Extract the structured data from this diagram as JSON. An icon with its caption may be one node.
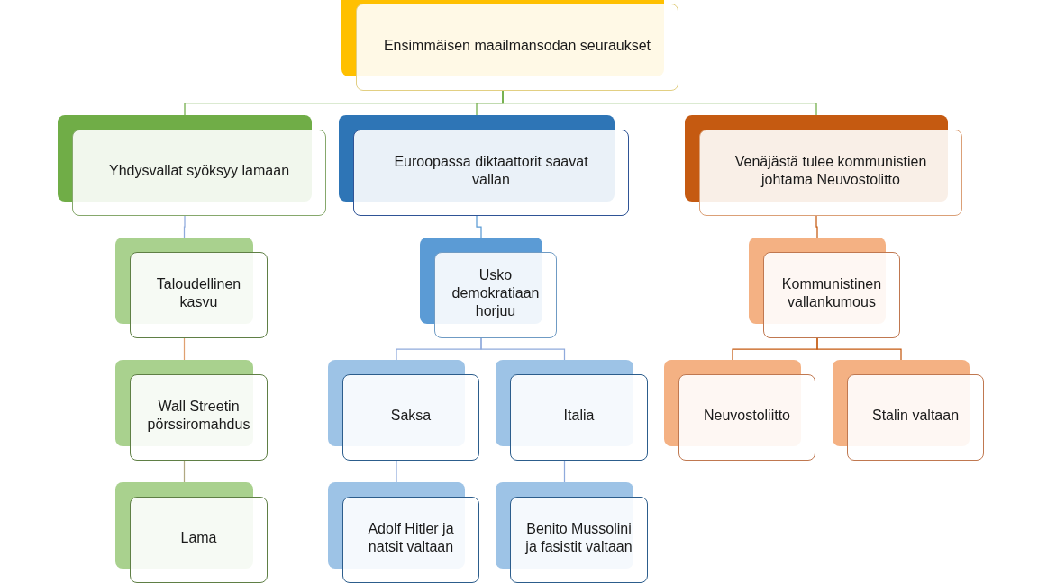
{
  "diagram": {
    "nodes": [
      {
        "text": [
          "Ensimmäisen maailmansodan seuraukset"
        ]
      },
      {
        "text": [
          "Yhdysvallat syöksyy lamaan"
        ]
      },
      {
        "text": [
          "Euroopassa diktaattorit saavat vallan"
        ]
      },
      {
        "text": [
          "Venäjästä tulee kommunistien johtama Neuvostolitto"
        ]
      },
      {
        "text": [
          "Taloudellinen kasvu"
        ]
      },
      {
        "text": [
          "Usko demokratiaan horjuu"
        ]
      },
      {
        "text": [
          "Kommunistinen vallankumous"
        ]
      },
      {
        "text": [
          "Wall Streetin pörssiromahdus"
        ]
      },
      {
        "text": [
          "Saksa"
        ]
      },
      {
        "text": [
          "Italia"
        ]
      },
      {
        "text": [
          "Neuvostoliitto"
        ]
      },
      {
        "text": [
          "Stalin valtaan"
        ]
      },
      {
        "text": [
          "Lama"
        ]
      },
      {
        "text": [
          "Adolf Hitler ja natsit valtaan"
        ]
      },
      {
        "text": [
          "Benito Mussolini ja fasistit valtaan"
        ]
      }
    ],
    "edges": [
      {
        "from": 0,
        "to": 1,
        "arrow": "none",
        "color": "#70ad47"
      },
      {
        "from": 0,
        "to": 2,
        "arrow": "none",
        "color": "#70ad47"
      },
      {
        "from": 0,
        "to": 3,
        "arrow": "none",
        "color": "#70ad47"
      },
      {
        "from": 1,
        "to": 4,
        "arrow": "none"
      },
      {
        "from": 4,
        "to": 7,
        "arrow": "none",
        "color": "#e0a070"
      },
      {
        "from": 7,
        "to": 12,
        "arrow": "none",
        "color": "#b0a882"
      },
      {
        "from": 2,
        "to": 5,
        "arrow": "none",
        "color": "#5b9bd5"
      },
      {
        "from": 5,
        "to": 8,
        "arrow": "none"
      },
      {
        "from": 5,
        "to": 9,
        "arrow": "none"
      },
      {
        "from": 8,
        "to": 13,
        "arrow": "none"
      },
      {
        "from": 9,
        "to": 14,
        "arrow": "none"
      },
      {
        "from": 3,
        "to": 6,
        "arrow": "none",
        "color": "#c55a11"
      },
      {
        "from": 6,
        "to": 10,
        "arrow": "none",
        "color": "#c55a11"
      },
      {
        "from": 6,
        "to": 11,
        "arrow": "none",
        "color": "#c55a11"
      }
    ]
  }
}
